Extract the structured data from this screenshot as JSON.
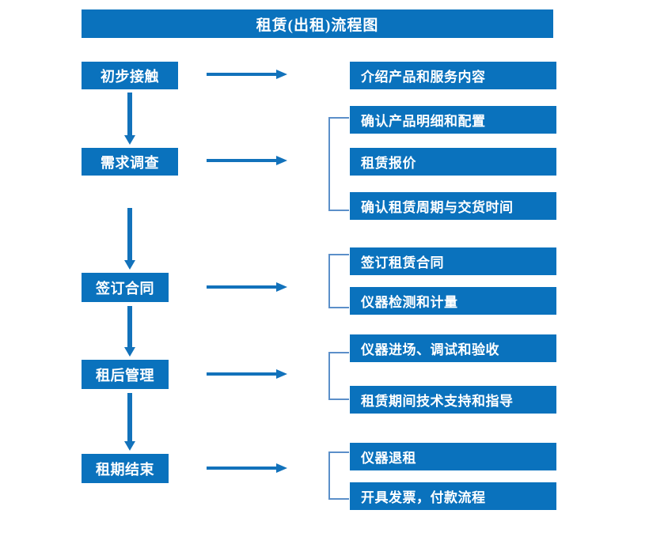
{
  "diagram": {
    "title": "租赁(出租)流程图",
    "colors": {
      "box_fill": "#0a72bd",
      "box_text": "#ffffff",
      "arrow": "#1272bb",
      "bracket": "#5b8fc9",
      "background": "#ffffff"
    },
    "stages": [
      {
        "id": "stage-1",
        "label": "初步接触"
      },
      {
        "id": "stage-2",
        "label": "需求调查"
      },
      {
        "id": "stage-3",
        "label": "签订合同"
      },
      {
        "id": "stage-4",
        "label": "租后管理"
      },
      {
        "id": "stage-5",
        "label": "租期结束"
      }
    ],
    "details": [
      {
        "id": "detail-1",
        "label": "介绍产品和服务内容",
        "stage": "stage-1"
      },
      {
        "id": "detail-2",
        "label": "确认产品明细和配置",
        "stage": "stage-2"
      },
      {
        "id": "detail-3",
        "label": "租赁报价",
        "stage": "stage-2"
      },
      {
        "id": "detail-4",
        "label": "确认租赁周期与交货时间",
        "stage": "stage-2"
      },
      {
        "id": "detail-5",
        "label": "签订租赁合同",
        "stage": "stage-3"
      },
      {
        "id": "detail-6",
        "label": "仪器检测和计量",
        "stage": "stage-3"
      },
      {
        "id": "detail-7",
        "label": "仪器进场、调试和验收",
        "stage": "stage-4"
      },
      {
        "id": "detail-8",
        "label": "租赁期间技术支持和指导",
        "stage": "stage-4"
      },
      {
        "id": "detail-9",
        "label": "仪器退租",
        "stage": "stage-5"
      },
      {
        "id": "detail-10",
        "label": "开具发票，付款流程",
        "stage": "stage-5"
      }
    ],
    "connectors": {
      "horizontal_arrow_count": 5,
      "vertical_arrow_count": 4,
      "bracket_count": 4
    }
  }
}
